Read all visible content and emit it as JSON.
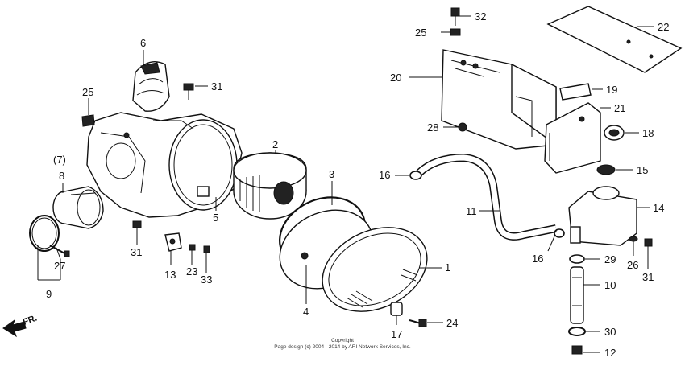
{
  "callouts": {
    "c1": "1",
    "c2": "2",
    "c3": "3",
    "c4": "4",
    "c5": "5",
    "c6": "6",
    "c7": "(7)",
    "c8": "8",
    "c9": "9",
    "c10": "10",
    "c11": "11",
    "c12": "12",
    "c13": "13",
    "c14": "14",
    "c15": "15",
    "c16a": "16",
    "c16b": "16",
    "c17": "17",
    "c18": "18",
    "c19": "19",
    "c20": "20",
    "c21": "21",
    "c22": "22",
    "c23": "23",
    "c24": "24",
    "c25a": "25",
    "c25b": "25",
    "c26": "26",
    "c27": "27",
    "c28": "28",
    "c29": "29",
    "c30": "30",
    "c31a": "31",
    "c31b": "31",
    "c31c": "31",
    "c32": "32",
    "c33": "33"
  },
  "direction_label": "FR.",
  "copyright": {
    "line1": "Copyright",
    "line2": "Page design (c) 2004 - 2014 by ARI Network Services, Inc."
  }
}
